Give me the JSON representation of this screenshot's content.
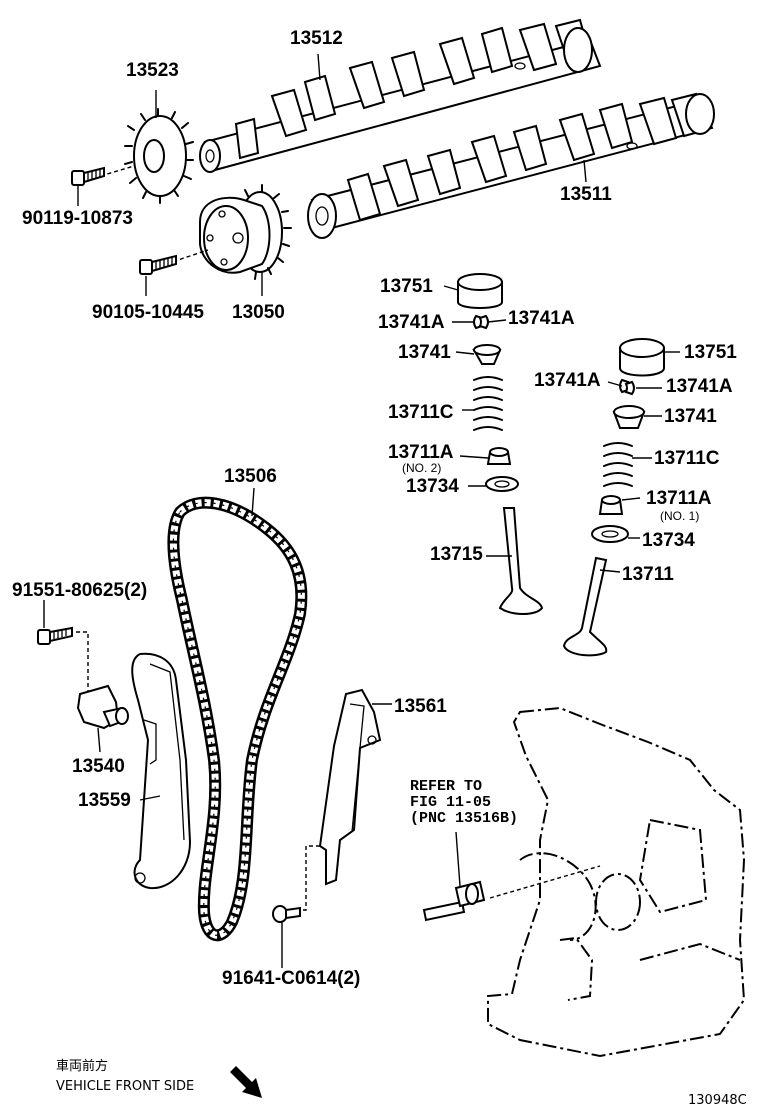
{
  "labels": {
    "cam_exhaust": "13512",
    "cam_intake": "13511",
    "sprocket": "13523",
    "bolt_sprocket": "90119-10873",
    "bolt_vvt": "90105-10445",
    "vvt_gear": "13050",
    "lifter_l": "13751",
    "keeper_l_left": "13741A",
    "keeper_l_right": "13741A",
    "retainer_l": "13741",
    "spring_l": "13711C",
    "seal_l": "13711A",
    "seal_l_note": "(NO. 2)",
    "seat_l": "13734",
    "valve_exhaust": "13715",
    "lifter_r": "13751",
    "keeper_r_left": "13741A",
    "keeper_r_right": "13741A",
    "retainer_r": "13741",
    "spring_r": "13711C",
    "seal_r": "13711A",
    "seal_r_note": "(NO. 1)",
    "seat_r": "13734",
    "valve_intake": "13711",
    "chain": "13506",
    "bolt_tensioner": "91551-80625(2)",
    "tensioner": "13540",
    "slipper": "13559",
    "damper": "13561",
    "bolt_damper": "91641-C0614(2)"
  },
  "refer_note": {
    "line1": "REFER TO",
    "line2": "FIG 11-05",
    "line3": "(PNC 13516B)"
  },
  "footer": {
    "jp_caption": "車両前方",
    "en_caption": "VEHICLE FRONT SIDE",
    "figure_id": "130948C"
  }
}
